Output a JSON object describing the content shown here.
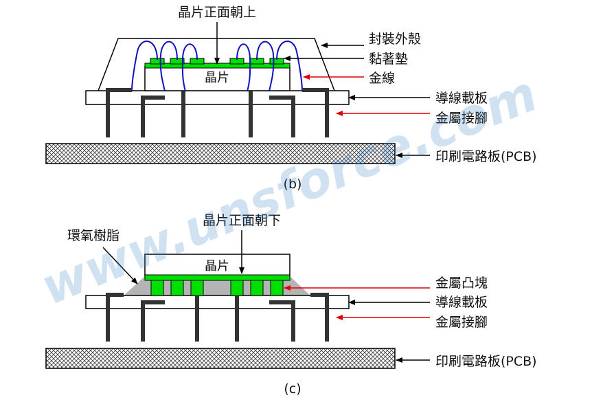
{
  "watermark": "www.unsforce.com",
  "colors": {
    "pad_green": "#00e000",
    "wire_blue": "#1010c0",
    "arrow_red": "#e00000",
    "lead_dark": "#333333",
    "epoxy_gray": "#b4b4b4",
    "watermark_blue": "#2f7fc8"
  },
  "diagram_b": {
    "top_label": "晶片正面朝上",
    "chip_label": "晶片",
    "caption": "(b)",
    "callouts": {
      "package": "封裝外殼",
      "adhesive_pad": "黏著墊",
      "gold_wire": "金線",
      "lead_frame": "導線載板",
      "metal_pins": "金屬接腳",
      "pcb": "印刷電路板(PCB)"
    }
  },
  "diagram_c": {
    "top_label": "晶片正面朝下",
    "chip_label": "晶片",
    "caption": "(c)",
    "callouts": {
      "epoxy": "環氧樹脂",
      "metal_bumps": "金屬凸塊",
      "lead_frame": "導線載板",
      "metal_pins": "金屬接腳",
      "pcb": "印刷電路板(PCB)"
    }
  }
}
